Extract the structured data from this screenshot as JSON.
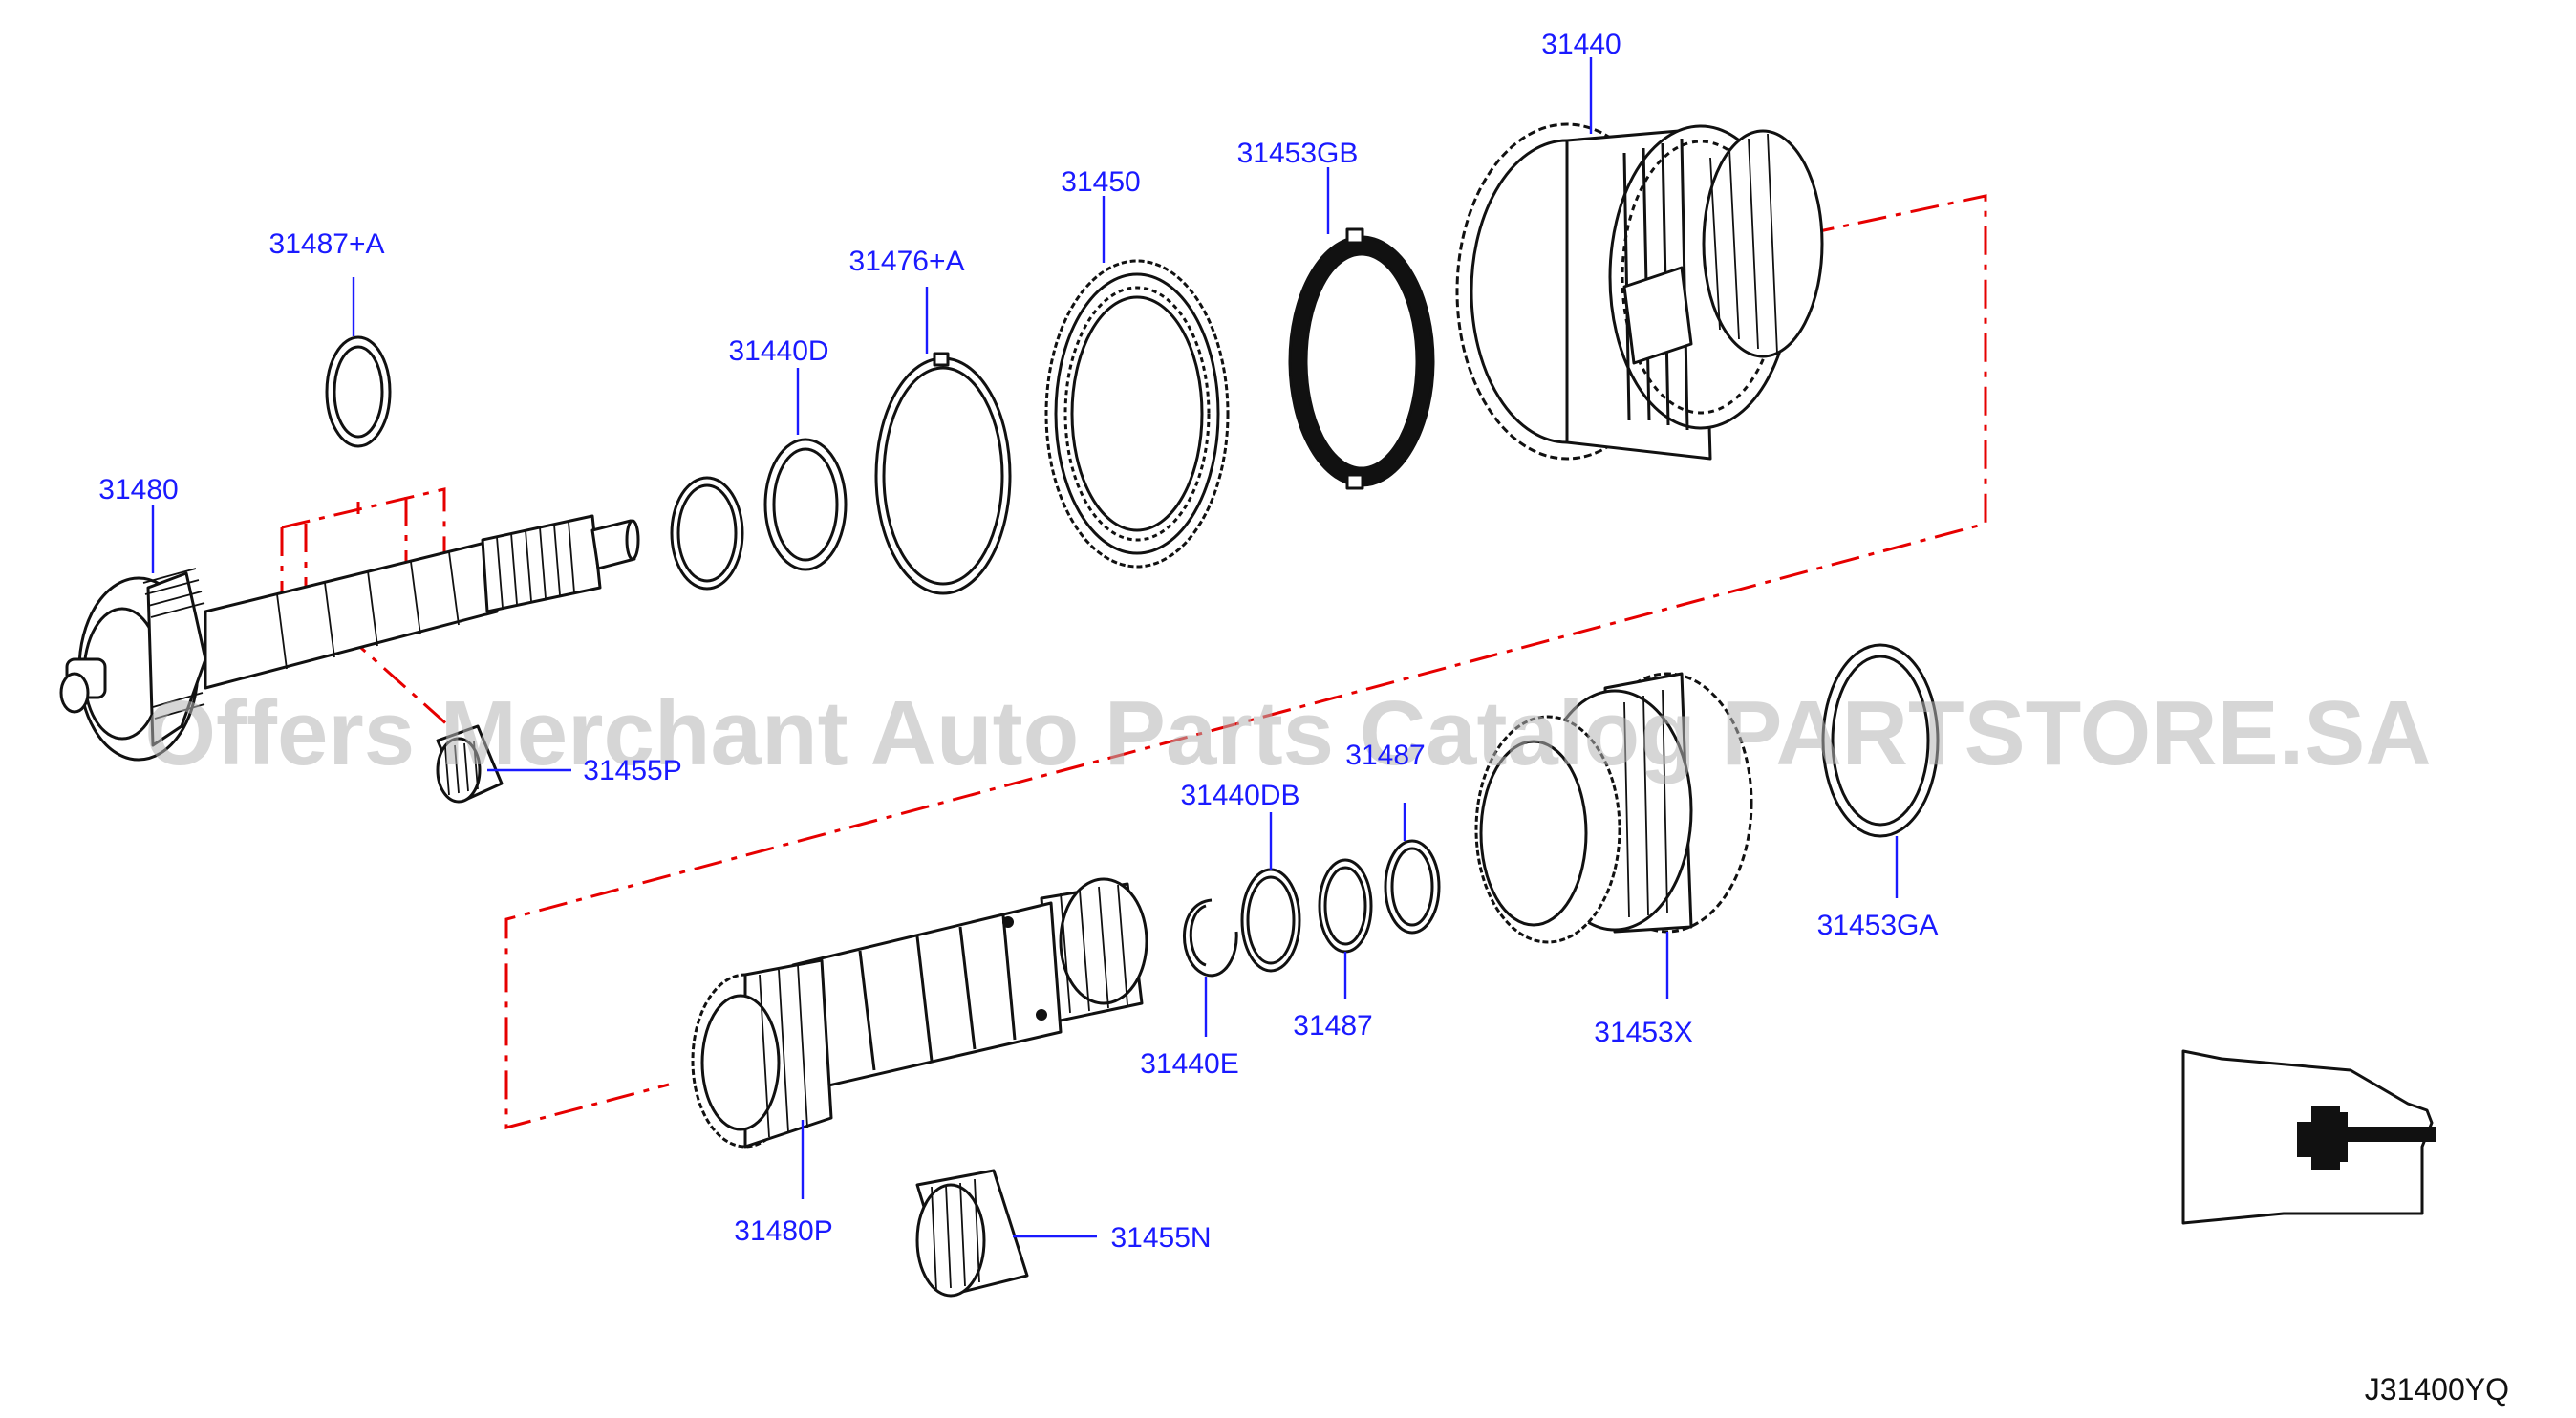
{
  "labels": {
    "p31440": "31440",
    "p31453GB": "31453GB",
    "p31450": "31450",
    "p31476A": "31476+A",
    "p31440D": "31440D",
    "p31487A": "31487+A",
    "p31480": "31480",
    "p31455P": "31455P",
    "p31487top": "31487",
    "p31440DB": "31440DB",
    "p31453GA": "31453GA",
    "p31453X": "31453X",
    "p31487": "31487",
    "p31440E": "31440E",
    "p31480P": "31480P",
    "p31455N": "31455N"
  },
  "watermark": "Offers Merchant Auto Parts Catalog PARTSTORE.SA",
  "drawing_code": "J31400YQ",
  "colors": {
    "label": "#1a1aff",
    "phantom_line": "#e60000",
    "line_art": "#111111",
    "watermark": "#b4b4b4"
  }
}
